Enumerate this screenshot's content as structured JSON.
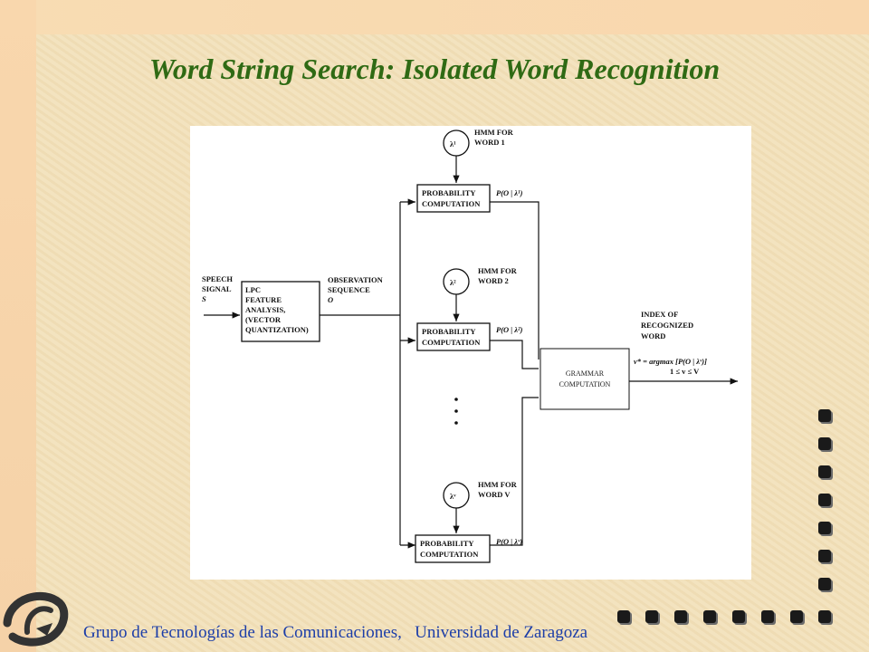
{
  "slide": {
    "title": "Word String Search: Isolated Word Recognition",
    "footer": "Grupo de Tecnologías de las Comunicaciones,   Universidad de Zaragoza"
  },
  "diagram": {
    "input_label": [
      "SPEECH",
      "SIGNAL",
      "S"
    ],
    "lpc_box": [
      "LPC",
      "FEATURE",
      "ANALYSIS,",
      "(VECTOR",
      "QUANTIZATION)"
    ],
    "observation_label": [
      "OBSERVATION",
      "SEQUENCE",
      "O"
    ],
    "hmm_labels": [
      [
        "HMM FOR",
        "WORD 1"
      ],
      [
        "HMM FOR",
        "WORD 2"
      ],
      [
        "HMM FOR",
        "WORD V"
      ]
    ],
    "lambda_labels": [
      "λ¹",
      "λ²",
      "λᵛ"
    ],
    "prob_box": [
      "PROBABILITY",
      "COMPUTATION"
    ],
    "prob_outputs": [
      "P(O | λ¹)",
      "P(O | λ²)",
      "P(O | λᵛ)"
    ],
    "grammar_box": [
      "GRAMMAR",
      "COMPUTATION"
    ],
    "index_label": [
      "INDEX OF",
      "RECOGNIZED",
      "WORD"
    ],
    "formula_line1": "v* =   argmax   [P(O | λᵛ)]",
    "formula_line2": "1 ≤ v ≤ V"
  },
  "colors": {
    "title": "#2f6a14",
    "footer": "#1d3ea8",
    "bullet": "#1a1a1a"
  }
}
